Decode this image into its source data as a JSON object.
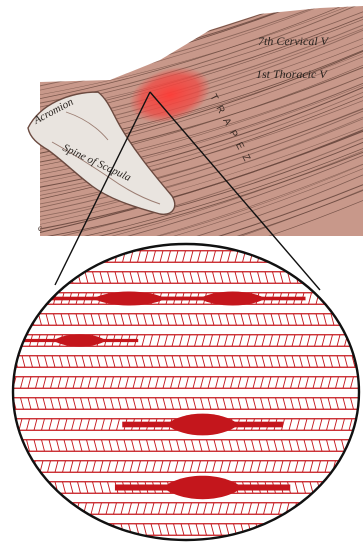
{
  "labels": {
    "cervical": "7th Cervical V",
    "thoracic": "1st Thoracic V",
    "acromion": "Acromion",
    "spine": "Spine of Scapula",
    "trapezius": "TRAPEZ",
    "edge_mark": "c"
  },
  "colors": {
    "muscle": "#c8988a",
    "muscle_dark": "#6b4a40",
    "bone": "#e9e4df",
    "trigger_point": "#e8423f",
    "fiber_red": "#c4161c",
    "zoom_outline": "#111111"
  },
  "zoom": {
    "fiber_rows": 14,
    "knots": [
      {
        "row": 2,
        "center": 0.33,
        "width": 0.22,
        "height": 0.9
      },
      {
        "row": 2,
        "center": 0.64,
        "width": 0.2,
        "height": 0.9
      },
      {
        "row": 4,
        "center": 0.18,
        "width": 0.16,
        "height": 0.8
      },
      {
        "row": 8,
        "center": 0.55,
        "width": 0.22,
        "height": 1.4
      },
      {
        "row": 11,
        "center": 0.55,
        "width": 0.24,
        "height": 1.5
      }
    ]
  }
}
